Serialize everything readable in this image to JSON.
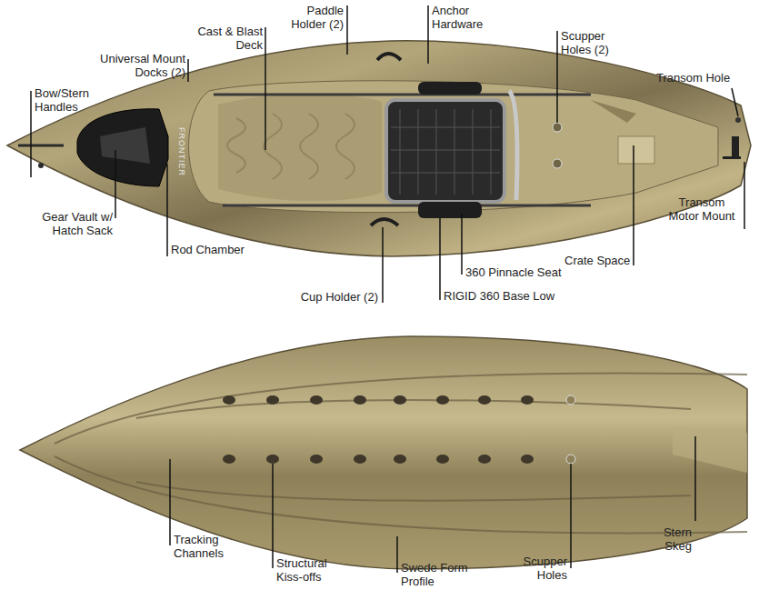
{
  "diagram": {
    "labels": [
      "Paddle Holder (2)",
      "Anchor Hardware",
      "Cast & Blast Deck",
      "Scupper Holes (2)",
      "Universal Mount Docks (2)",
      "Transom Hole",
      "Bow/Stern Handles",
      "Gear Vault w/ Hatch Sack",
      "Transom Motor Mount",
      "Rod Chamber",
      "Crate Space",
      "360 Pinnacle Seat",
      "Cup Holder (2)",
      "RIGID 360 Base Low",
      "FRONTIER",
      "Tracking Channels",
      "Structural Kiss-offs",
      "Swede Form Profile",
      "Scupper Holes",
      "Stern Skeg"
    ]
  }
}
